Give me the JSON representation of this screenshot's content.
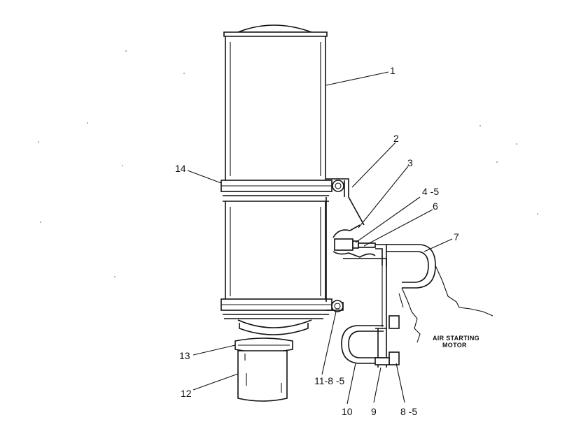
{
  "diagram": {
    "callouts": [
      {
        "id": "c1",
        "text": "1"
      },
      {
        "id": "c2",
        "text": "2"
      },
      {
        "id": "c3",
        "text": "3"
      },
      {
        "id": "c4",
        "text": "4 -5"
      },
      {
        "id": "c6",
        "text": "6"
      },
      {
        "id": "c7",
        "text": "7"
      },
      {
        "id": "c14",
        "text": "14"
      },
      {
        "id": "c13",
        "text": "13"
      },
      {
        "id": "c12",
        "text": "12"
      },
      {
        "id": "c11",
        "text": "11-8 -5"
      },
      {
        "id": "c10",
        "text": "10"
      },
      {
        "id": "c9",
        "text": "9"
      },
      {
        "id": "c8",
        "text": "8 -5"
      }
    ],
    "note_line1": "AIR STARTING",
    "note_line2": "MOTOR"
  }
}
